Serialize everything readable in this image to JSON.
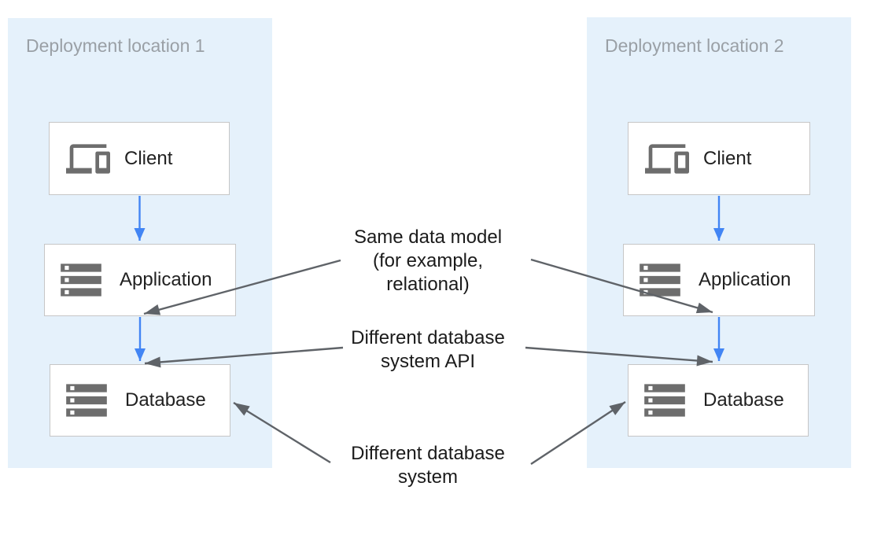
{
  "diagram": {
    "panels": [
      {
        "title": "Deployment location 1",
        "nodes": [
          {
            "label": "Client",
            "icon": "devices-icon"
          },
          {
            "label": "Application",
            "icon": "storage-icon"
          },
          {
            "label": "Database",
            "icon": "storage-icon"
          }
        ]
      },
      {
        "title": "Deployment location 2",
        "nodes": [
          {
            "label": "Client",
            "icon": "devices-icon"
          },
          {
            "label": "Application",
            "icon": "storage-icon"
          },
          {
            "label": "Database",
            "icon": "storage-icon"
          }
        ]
      }
    ],
    "annotations": [
      {
        "text": "Same data model\n(for example,\nrelational)"
      },
      {
        "text": "Different database\nsystem API"
      },
      {
        "text": "Different database\nsystem"
      }
    ],
    "colors": {
      "panel_background": "#E5F1FB",
      "flow_arrow_blue": "#4285F4",
      "annotation_arrow_gray": "#5F6368",
      "node_border": "#C6C6C6",
      "panel_title_gray": "#9AA0A6",
      "icon_gray": "#6D6D6D",
      "text_black": "#1B1B1B"
    }
  }
}
